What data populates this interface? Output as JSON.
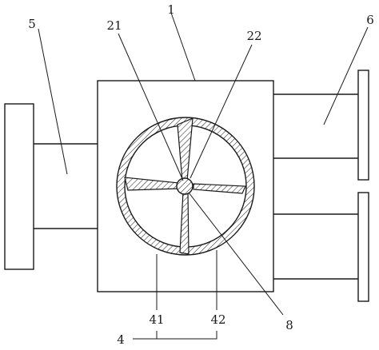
{
  "labels": {
    "body": "1",
    "blade_a": "21",
    "blade_b": "22",
    "housing_group": "4",
    "housing_left": "41",
    "housing_right": "42",
    "left_pipe": "5",
    "right_pipe": "6",
    "shaft": "8"
  },
  "colors": {
    "line": "#1a1a1a",
    "background": "#ffffff"
  }
}
